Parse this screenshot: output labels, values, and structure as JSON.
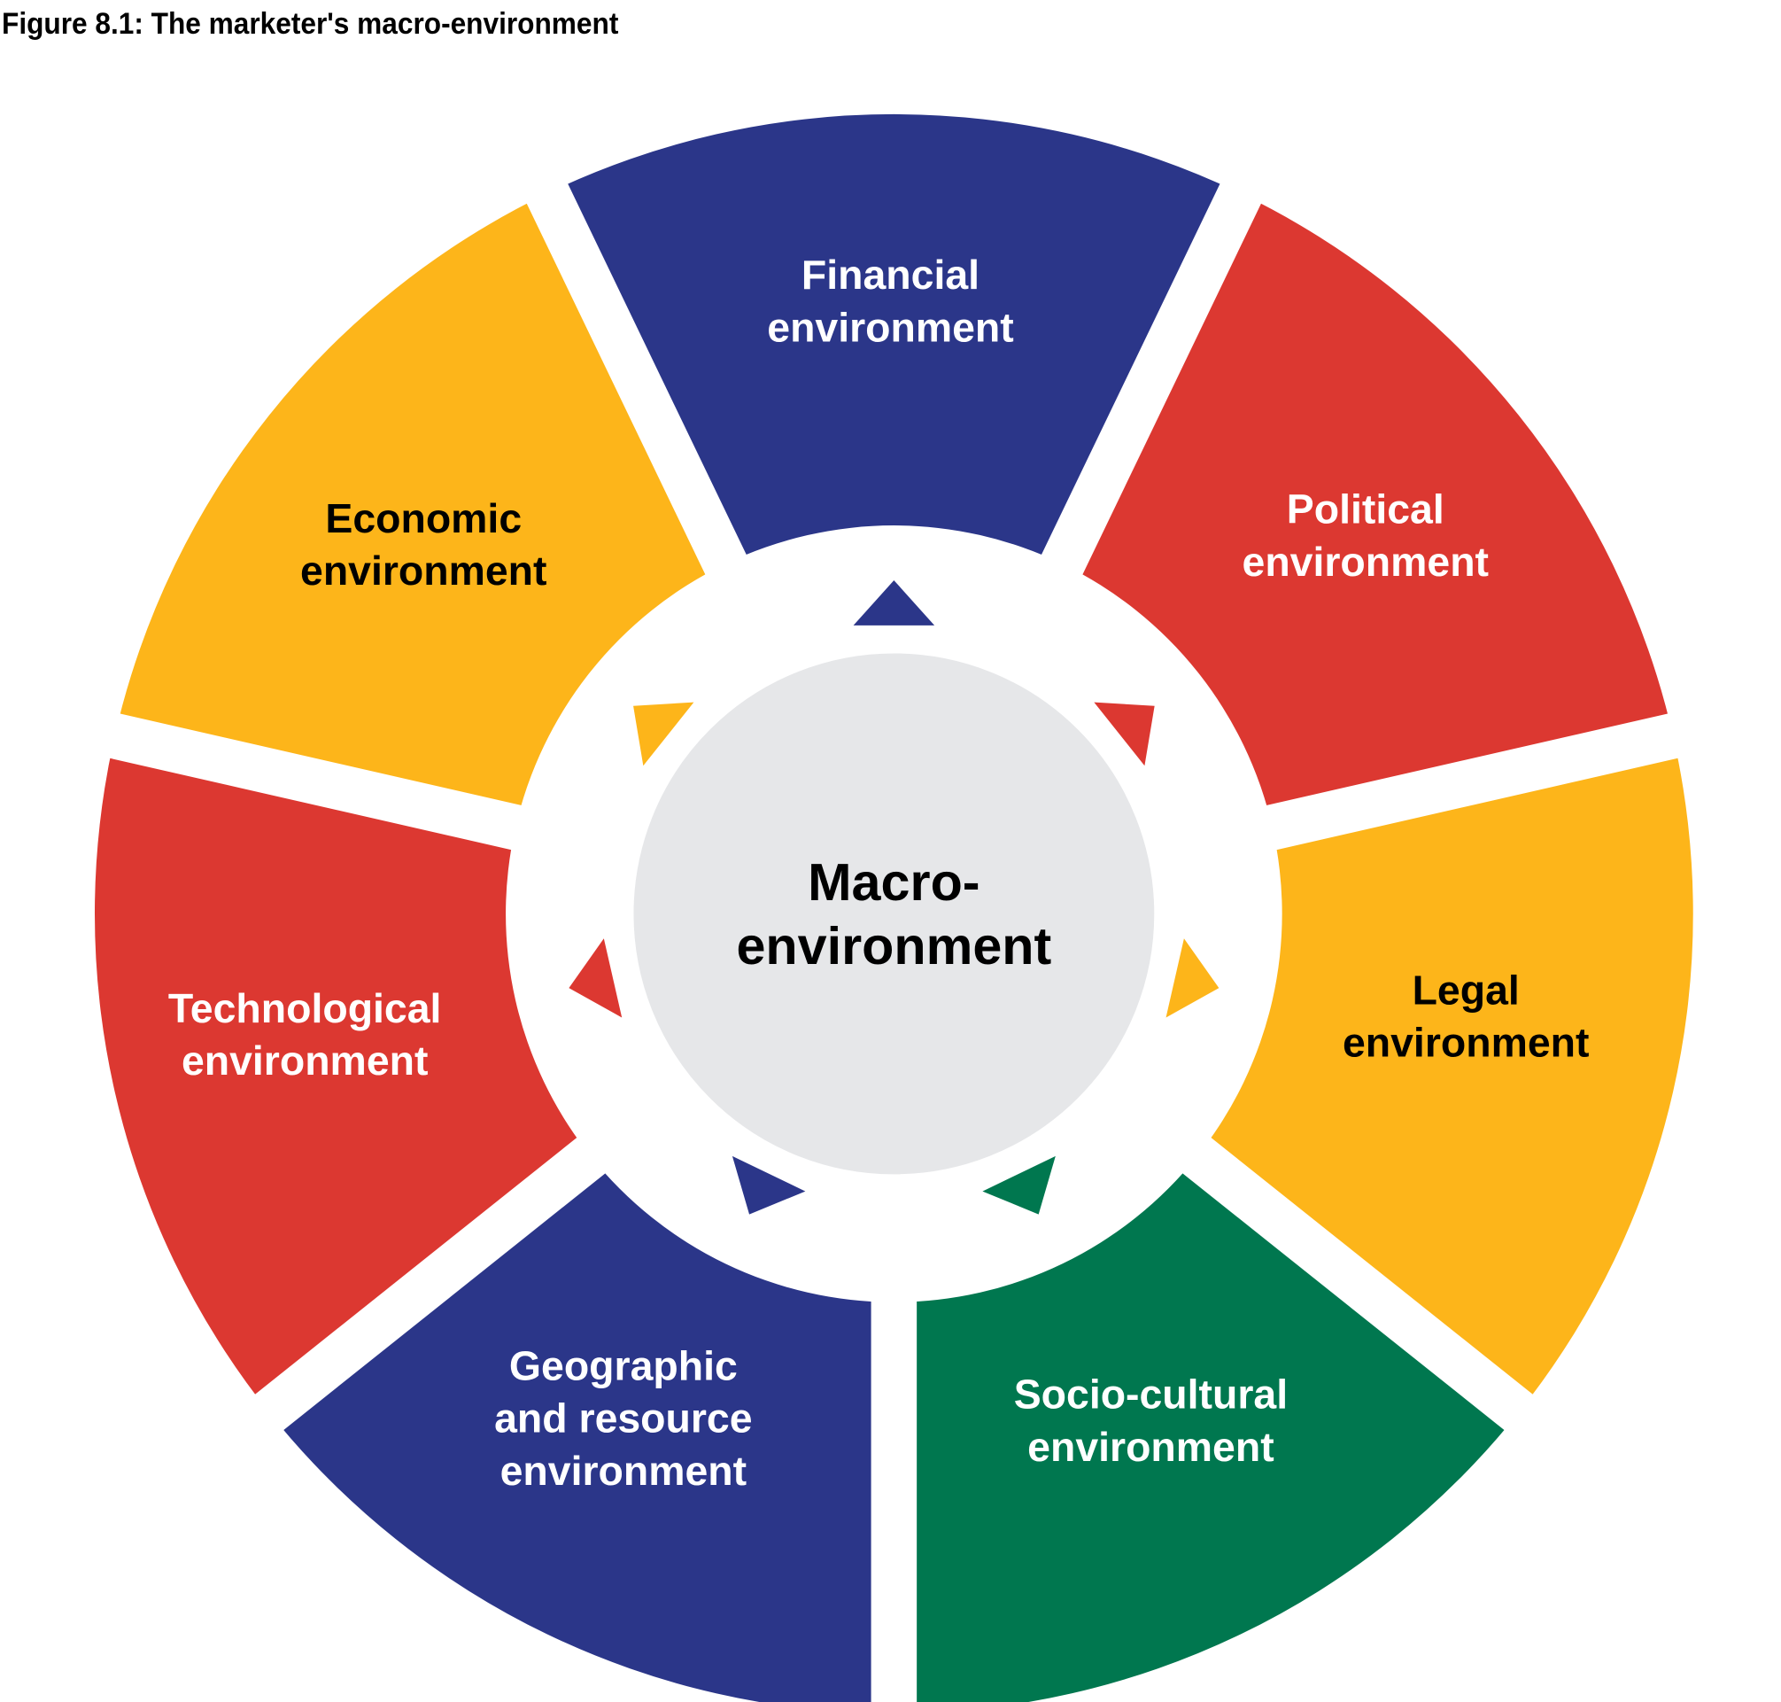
{
  "title": "Figure 8.1: The marketer's macro-environment",
  "center": {
    "lines": [
      "Macro-",
      "environment"
    ],
    "fill": "#e6e7e9",
    "text_color": "#000000"
  },
  "segments": [
    {
      "id": "financial",
      "lines": [
        "Financial",
        "environment"
      ],
      "color": "#2b3689",
      "text_color": "#ffffff"
    },
    {
      "id": "political",
      "lines": [
        "Political",
        "environment"
      ],
      "color": "#dc3831",
      "text_color": "#ffffff"
    },
    {
      "id": "legal",
      "lines": [
        "Legal",
        "environment"
      ],
      "color": "#fdb51a",
      "text_color": "#000000"
    },
    {
      "id": "socio-cultural",
      "lines": [
        "Socio-cultural",
        "environment"
      ],
      "color": "#00774f",
      "text_color": "#ffffff"
    },
    {
      "id": "geographic",
      "lines": [
        "Geographic",
        "and resource",
        "environment"
      ],
      "color": "#2b3689",
      "text_color": "#ffffff"
    },
    {
      "id": "technological",
      "lines": [
        "Technological",
        "environment"
      ],
      "color": "#dc3831",
      "text_color": "#ffffff"
    },
    {
      "id": "economic",
      "lines": [
        "Economic",
        "environment"
      ],
      "color": "#fdb51a",
      "text_color": "#000000"
    }
  ]
}
